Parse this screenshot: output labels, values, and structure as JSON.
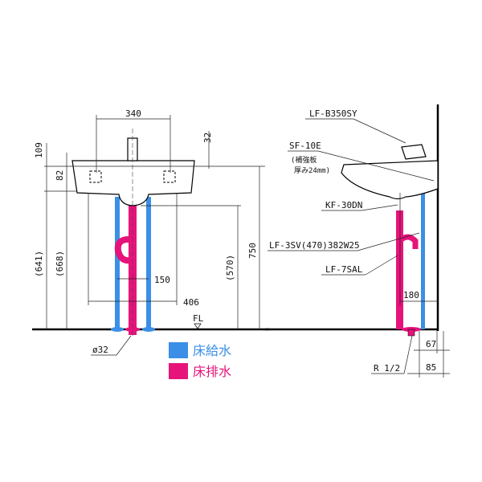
{
  "front_view": {
    "dimensions": {
      "width_340": "340",
      "height_32": "32",
      "height_109": "109",
      "height_82": "82",
      "height_641": "(641)",
      "height_668": "(668)",
      "height_570": "(570)",
      "height_750": "750",
      "spacing_150": "150",
      "spacing_406": "406",
      "drain_diameter": "ø32"
    },
    "floor_label": "FL"
  },
  "side_view": {
    "parts": {
      "faucet": "LF-B350SY",
      "bracket": "SF-10E",
      "bracket_note_1": "(補強板",
      "bracket_note_2": "厚み24mm)",
      "drain": "KF-30DN",
      "supply": "LF-3SV(470)382W25",
      "trap": "LF-7SAL"
    },
    "dimensions": {
      "wall_180": "180",
      "offset_67": "67",
      "offset_85": "85",
      "thread": "R 1/2"
    }
  },
  "legend": {
    "supply_label": "床給水",
    "drain_label": "床排水",
    "supply_color": "#3b8fe6",
    "drain_color": "#e6137a"
  }
}
